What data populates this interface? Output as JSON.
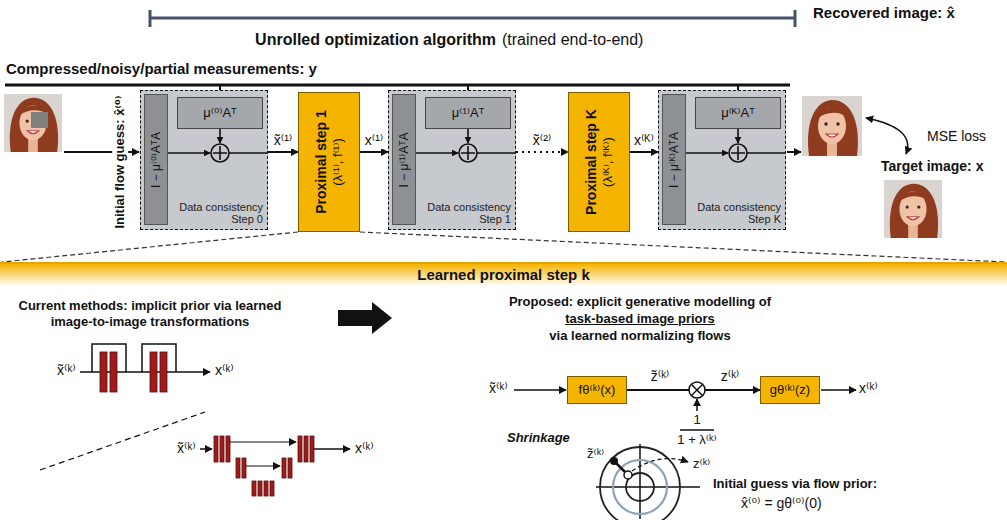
{
  "diagram": {
    "nodes": [
      {
        "text": [
          "Data consistency Step 0"
        ]
      },
      {
        "text": [
          "μ⁽⁰⁾Aᵀ"
        ],
        "in": 0
      },
      {
        "text": [
          "I − μ⁽⁰⁾AᵀA"
        ],
        "in": 0
      },
      {
        "text": [
          "Proximal step 1",
          "(λ⁽¹⁾, f⁽¹⁾)"
        ]
      },
      {
        "text": [
          "Data consistency Step 1"
        ]
      },
      {
        "text": [
          "μ⁽¹⁾Aᵀ"
        ],
        "in": 4
      },
      {
        "text": [
          "I − μ⁽¹⁾AᵀA"
        ],
        "in": 4
      },
      {
        "text": [
          "Proximal step K",
          "(λ⁽ᴷ⁾, f⁽ᴷ⁾)"
        ]
      },
      {
        "text": [
          "Data consistency Step K"
        ]
      },
      {
        "text": [
          "μ⁽ᴷ⁾Aᵀ"
        ],
        "in": 8
      },
      {
        "text": [
          "I − μ⁽ᴷ⁾AᵀA"
        ],
        "in": 8
      },
      {
        "text": [
          "Learned proximal step k"
        ]
      },
      {
        "text": [
          "fθ⁽ᵏ⁾(x)"
        ]
      },
      {
        "text": [
          "gθ⁽ᵏ⁾(z)"
        ]
      }
    ],
    "edges": [
      {
        "from": 0,
        "to": 3,
        "arrow": "to",
        "label": "x̃⁽¹⁾"
      },
      {
        "from": 3,
        "to": 4,
        "arrow": "to",
        "label": "x⁽¹⁾"
      },
      {
        "from": 4,
        "to": 7,
        "arrow": "to",
        "label": "x̃⁽²⁾"
      },
      {
        "from": 7,
        "to": 8,
        "arrow": "to",
        "label": "x⁽ᴷ⁾"
      },
      {
        "from": 12,
        "to": 13,
        "arrow": "to"
      }
    ],
    "labels": [
      "Unrolled optimization algorithm",
      "(trained end-to-end)",
      "Compressed/noisy/partial measurements: y",
      "Initial flow guess: x̂⁽⁰⁾",
      "Recovered image: x̂",
      "MSE loss",
      "Target image: x",
      "Current methods: implicit prior via learned image-to-image transformations",
      "Proposed: explicit generative modelling of",
      "task-based image priors",
      "via learned normalizing flows",
      "x̃⁽ᵏ⁾",
      "x⁽ᵏ⁾",
      "x̃⁽ᵏ⁾",
      "x⁽ᵏ⁾",
      "x̃⁽ᵏ⁾",
      "z̃⁽ᵏ⁾",
      "z⁽ᵏ⁾",
      "x⁽ᵏ⁾",
      "1",
      "1 + λ⁽ᵏ⁾",
      "Shrinkage",
      "z̃⁽ᵏ⁾",
      "z⁽ᵏ⁾",
      "Initial guess via flow prior:",
      "x̂⁽⁰⁾ = gθ⁽⁰⁾(0)"
    ]
  }
}
